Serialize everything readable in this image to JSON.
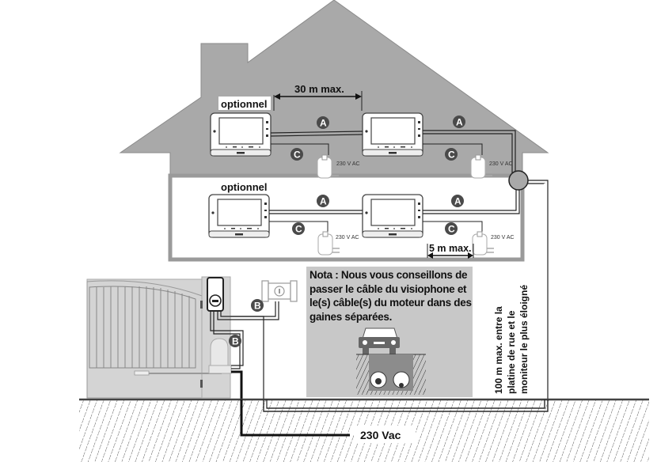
{
  "diagram": {
    "type": "wiring-installation-diagram",
    "colors": {
      "house_fill": "#a9a9a9",
      "upper_floor_fill": "#a9a9a9",
      "lower_floor_fill": "#ffffff",
      "note_box_fill": "#c8c8c8",
      "gate_fill": "#d4d4d4",
      "badge_fill": "#4a4a4a",
      "ground_hatch": "#555555"
    },
    "labels": {
      "optional_upper": "optionnel",
      "optional_lower": "optionnel",
      "distance_monitors": "30 m max.",
      "distance_power": "5 m max.",
      "power_adapter": "230 V AC",
      "mains_supply": "230 Vac",
      "max_distance_vertical": [
        "100 m max. entre la",
        "platine de rue et le",
        "moniteur le plus éloigné"
      ]
    },
    "note": {
      "text": "Nota : Nous vous conseillons de passer le câble du visiophone et le(s) câble(s) du moteur dans des gaines séparées."
    },
    "cable_badges": {
      "A": "A",
      "B": "B",
      "C": "C"
    },
    "components": [
      {
        "name": "monitor",
        "floor": "upper",
        "position": "left",
        "optional": true
      },
      {
        "name": "monitor",
        "floor": "upper",
        "position": "right",
        "optional": false
      },
      {
        "name": "monitor",
        "floor": "lower",
        "position": "left",
        "optional": true
      },
      {
        "name": "monitor",
        "floor": "lower",
        "position": "right",
        "optional": false
      },
      {
        "name": "power-adapter",
        "count": 4,
        "label": "230 V AC"
      },
      {
        "name": "junction-box"
      },
      {
        "name": "outdoor-door-station"
      },
      {
        "name": "electric-lock"
      },
      {
        "name": "gate-motor"
      },
      {
        "name": "swing-gate"
      },
      {
        "name": "underground-conduits"
      }
    ]
  }
}
